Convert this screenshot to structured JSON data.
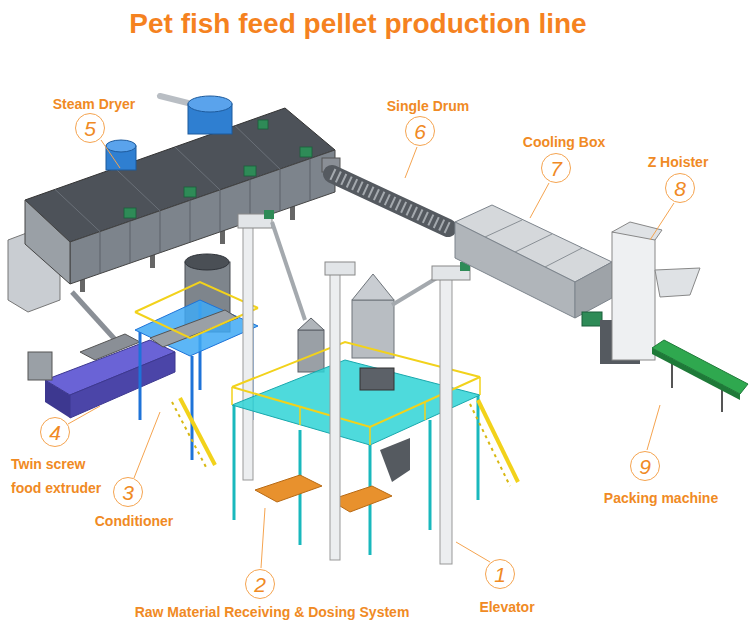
{
  "diagram": {
    "title": "Pet fish feed pellet production line",
    "nodes": [
      {
        "text": [
          "Elevator",
          "1"
        ]
      },
      {
        "text": [
          "Raw Material Receiving & Dosing System",
          "2"
        ]
      },
      {
        "text": [
          "Conditioner",
          "3"
        ]
      },
      {
        "text": [
          "Twin screw food extruder",
          "4"
        ]
      },
      {
        "text": [
          "Steam Dryer",
          "5"
        ]
      },
      {
        "text": [
          "Single Drum",
          "6"
        ]
      },
      {
        "text": [
          "Cooling Box",
          "7"
        ]
      },
      {
        "text": [
          "Z Hoister",
          "8"
        ]
      },
      {
        "text": [
          "Packing machine",
          "9"
        ]
      }
    ]
  }
}
